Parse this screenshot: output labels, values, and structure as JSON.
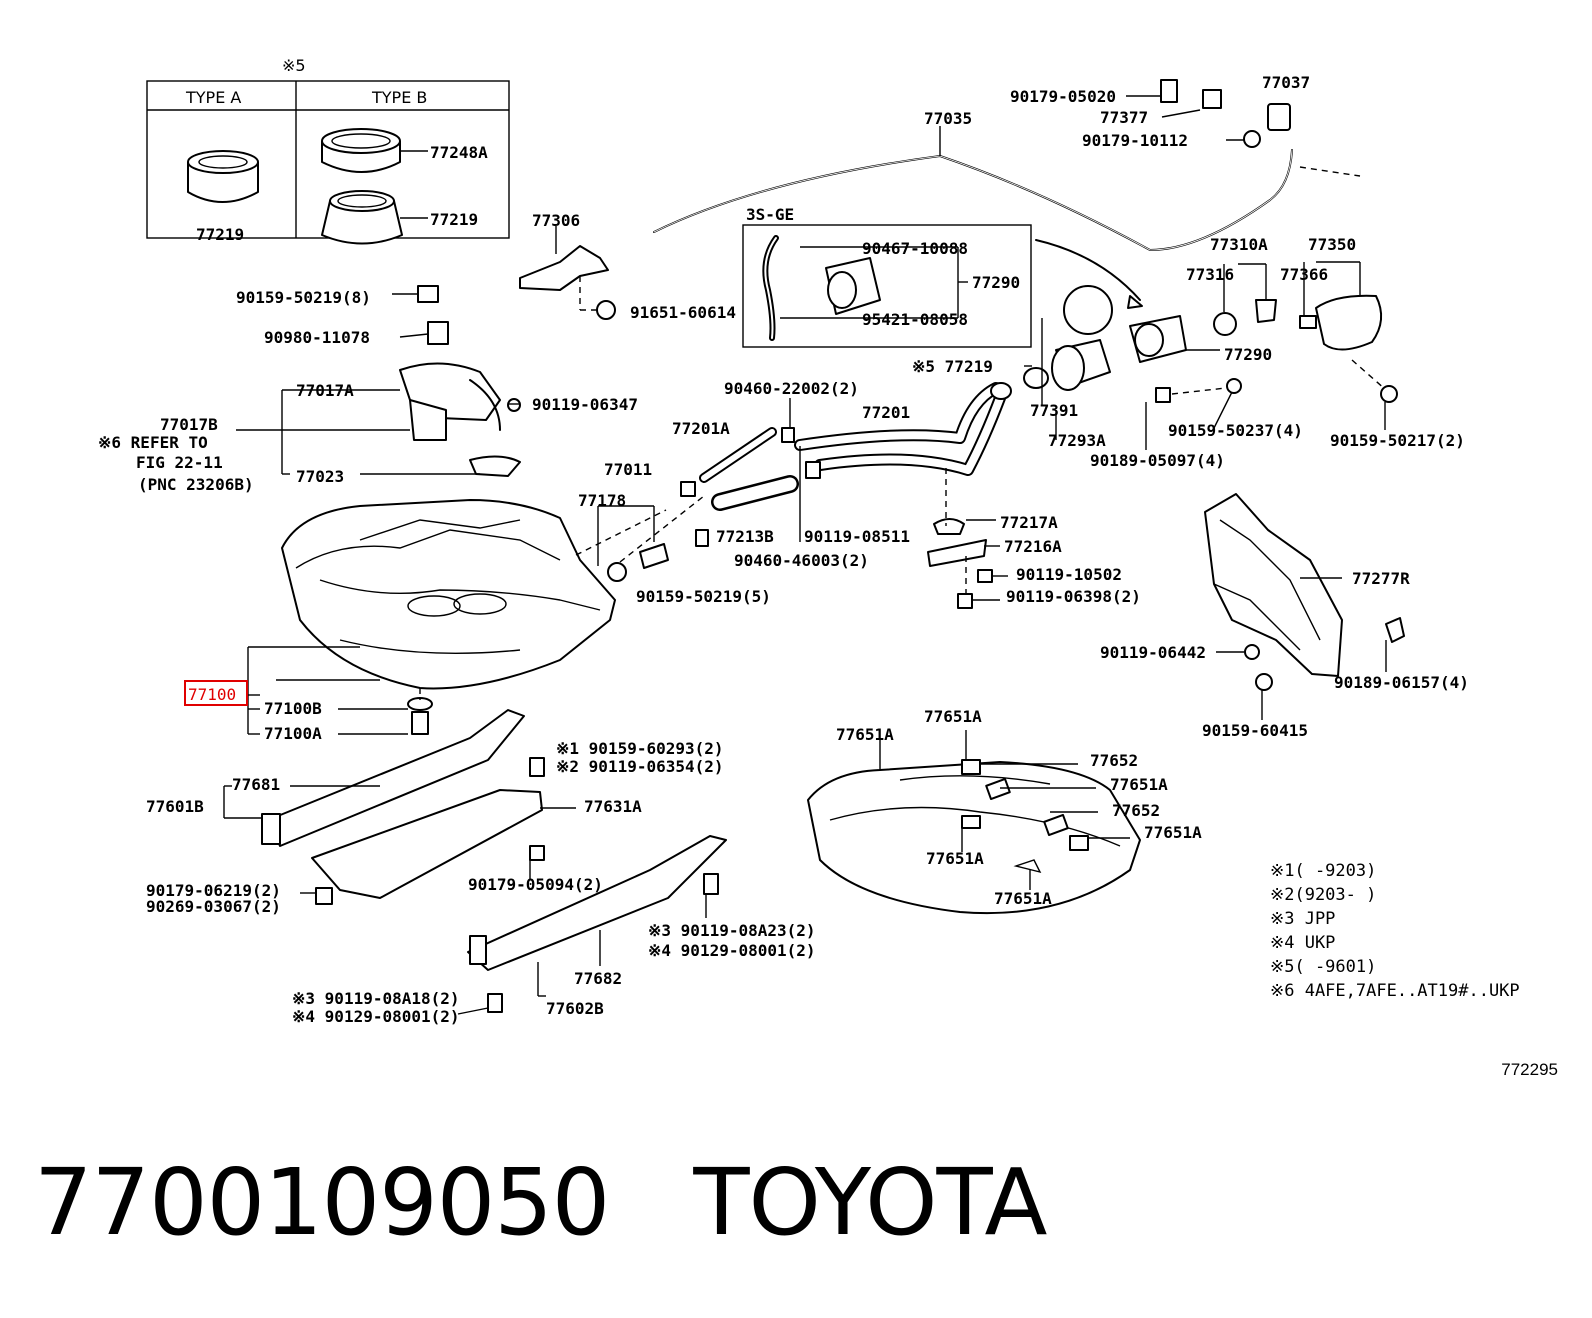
{
  "footer": {
    "part_number": "7700109050",
    "brand": "TOYOTA"
  },
  "diagram_ref": "772295",
  "inset_types": {
    "note": "※5",
    "type_a": "TYPE A",
    "type_b": "TYPE B"
  },
  "inset_3sge": "3S-GE",
  "highlighted_part": "77100",
  "labels": {
    "p90179_05020": "90179-05020",
    "p77037": "77037",
    "p77377": "77377",
    "p77035": "77035",
    "p90179_10112": "90179-10112",
    "p77248A": "77248A",
    "p77219_a": "77219",
    "p77219_b": "77219",
    "p77306": "77306",
    "p90467_10088": "90467-10088",
    "p77290_a": "77290",
    "p95421_08058": "95421-08058",
    "p77310A": "77310A",
    "p77350": "77350",
    "p77316": "77316",
    "p77366": "77366",
    "p90159_50219_8": "90159-50219(8)",
    "p91651_60614": "91651-60614",
    "p90980_11078": "90980-11078",
    "p77290_b": "77290",
    "p77219_c": "※5 77219",
    "p77017A": "77017A",
    "p90119_06347": "90119-06347",
    "p90460_22002": "90460-22002(2)",
    "p77201": "77201",
    "p77391": "77391",
    "p90159_50237": "90159-50237(4)",
    "p90159_50217": "90159-50217(2)",
    "p77017B": "77017B",
    "p77201A": "77201A",
    "p77293A": "77293A",
    "refer1": "※6 REFER TO",
    "refer2": "FIG 22-11",
    "refer3": "(PNC 23206B)",
    "p90189_05097": "90189-05097(4)",
    "p77023": "77023",
    "p77011": "77011",
    "p77178": "77178",
    "p77217A": "77217A",
    "p77213B": "77213B",
    "p90119_08511": "90119-08511",
    "p90460_46003": "90460-46003(2)",
    "p77216A": "77216A",
    "p90119_10502": "90119-10502",
    "p77277R": "77277R",
    "p90159_50219_5": "90159-50219(5)",
    "p90119_06398": "90119-06398(2)",
    "p90119_06442": "90119-06442",
    "p90189_06157": "90189-06157(4)",
    "p77100B": "77100B",
    "p77100A": "77100A",
    "p90159_60415": "90159-60415",
    "p77651A_1": "77651A",
    "p77651A_2": "77651A",
    "p90159_60293": "※1 90159-60293(2)",
    "p90119_06354": "※2 90119-06354(2)",
    "p77652_1": "77652",
    "p77681": "77681",
    "p77651A_3": "77651A",
    "p77601B": "77601B",
    "p77631A": "77631A",
    "p77652_2": "77652",
    "p77651A_4": "77651A",
    "p77651A_5": "77651A",
    "p90179_06219": "90179-06219(2)",
    "p90269_03067": "90269-03067(2)",
    "p90179_05094": "90179-05094(2)",
    "p77651A_6": "77651A",
    "p90119_08A23": "※3 90119-08A23(2)",
    "p90129_08001_a": "※4 90129-08001(2)",
    "p77682": "77682",
    "p90119_08A18": "※3 90119-08A18(2)",
    "p90129_08001_b": "※4 90129-08001(2)",
    "p77602B": "77602B"
  },
  "notes": [
    "※1(      -9203)",
    "※2(9203-      )",
    "※3 JPP",
    "※4 UKP",
    "※5(      -9601)",
    "※6 4AFE,7AFE..AT19#..UKP"
  ],
  "colors": {
    "highlight_box": "#e00000",
    "line": "#000000",
    "background": "#ffffff"
  }
}
